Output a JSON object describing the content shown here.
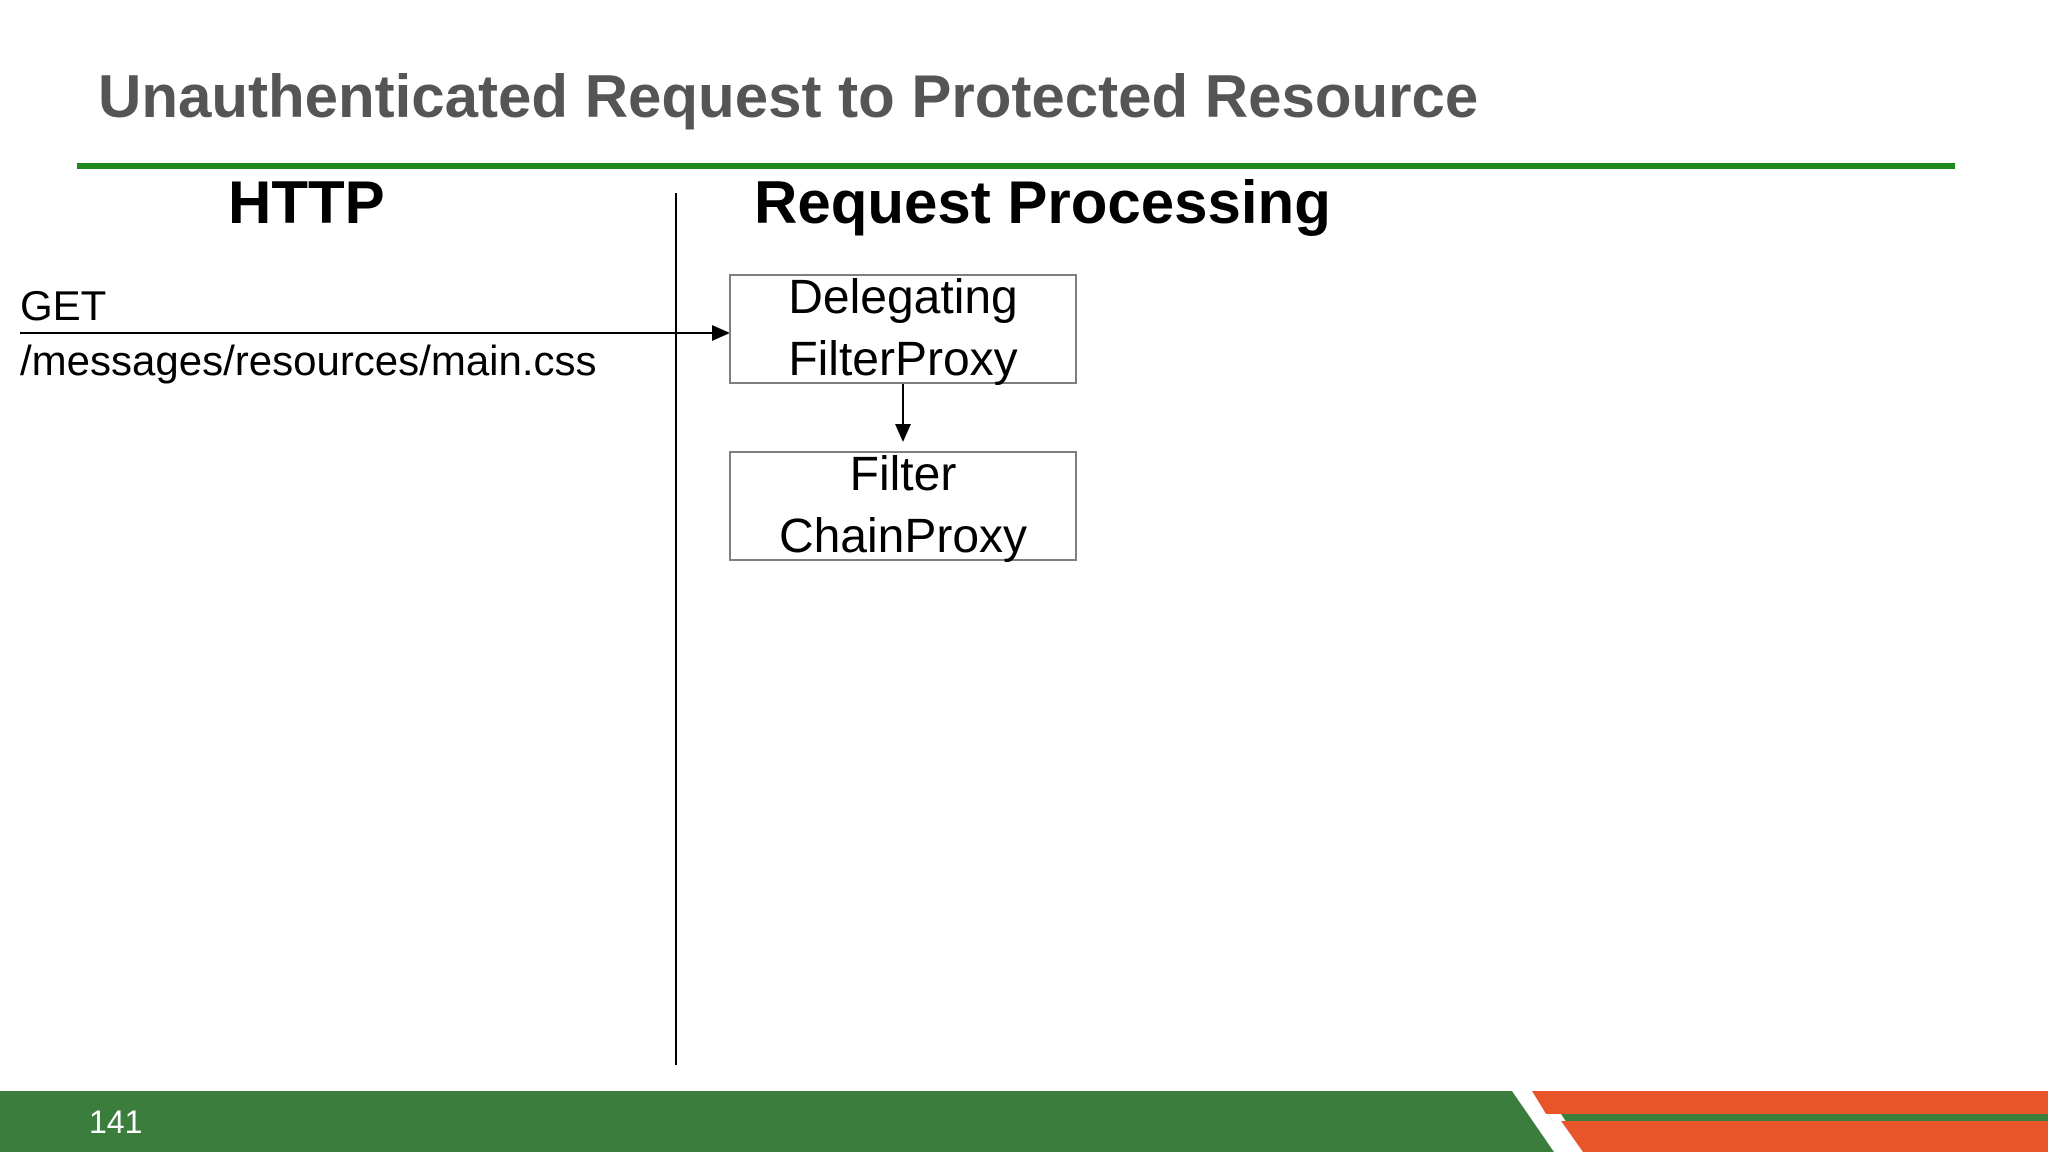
{
  "slide": {
    "title": "Unauthenticated Request to Protected Resource",
    "page_number": "141"
  },
  "columns": {
    "http": "HTTP",
    "processing": "Request Processing"
  },
  "request": {
    "method": "GET",
    "path": "/messages/resources/main.css"
  },
  "boxes": {
    "delegating": {
      "line1": "Delegating",
      "line2": "FilterProxy"
    },
    "chain": {
      "line1": "Filter",
      "line2": "ChainProxy"
    }
  },
  "colors": {
    "title": "#555555",
    "rule": "#1e8a1e",
    "footer": "#3b7d3d",
    "accent": "#e8552b"
  }
}
